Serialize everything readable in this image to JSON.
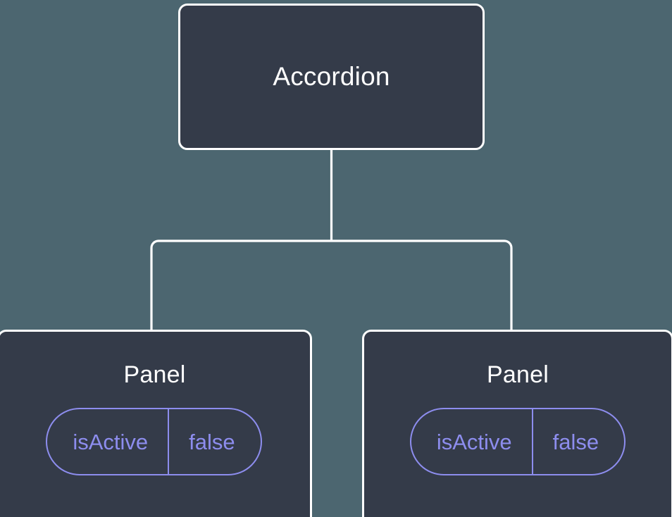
{
  "diagram": {
    "type": "component-tree",
    "background_color": "#4c6670",
    "node_fill_color": "#343b49",
    "node_border_color": "#ffffff",
    "connector_color": "#ffffff",
    "accent_color": "#8d8dee",
    "root": {
      "title": "Accordion"
    },
    "children": [
      {
        "title": "Panel",
        "prop": {
          "key": "isActive",
          "value": "false"
        }
      },
      {
        "title": "Panel",
        "prop": {
          "key": "isActive",
          "value": "false"
        }
      }
    ]
  }
}
